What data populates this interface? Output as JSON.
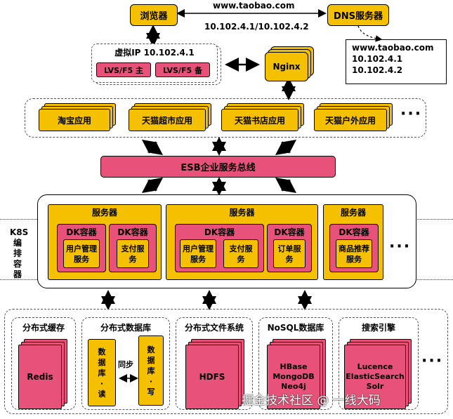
{
  "top": {
    "browser": "浏览器",
    "dns": "DNS服务器",
    "domain": "www.taobao.com",
    "ip_pair": "10.102.4.1/10.102.4.2",
    "dns_record": {
      "domain": "www.taobao.com",
      "ip1": "10.102.4.1",
      "ip2": "10.102.4.2"
    }
  },
  "lb": {
    "vip": "虚拟IP 10.102.4.1",
    "lvs_main": "LVS/F5 主",
    "lvs_backup": "LVS/F5 备",
    "nginx": "Nginx"
  },
  "apps": {
    "items": [
      "淘宝应用",
      "天猫超市应用",
      "天猫书店应用",
      "天猫户外应用"
    ],
    "more": "···"
  },
  "esb": "ESB企业服务总线",
  "k8s": {
    "label": "K8S 编排 容器",
    "servers": [
      {
        "title": "服务器",
        "containers": [
          {
            "title": "DK容器",
            "services": [
              "用户管理服务"
            ]
          },
          {
            "title": "DK容器",
            "services": [
              "支付服务"
            ]
          }
        ]
      },
      {
        "title": "服务器",
        "containers": [
          {
            "title": "DK容器",
            "services": [
              "用户管理服务",
              "支付服务"
            ]
          },
          {
            "title": "DK容器",
            "services": [
              "订单服务"
            ]
          }
        ]
      },
      {
        "title": "服务器",
        "containers": [
          {
            "title": "DK容器",
            "services": [
              "商品推荐服务"
            ]
          }
        ]
      }
    ],
    "more": "···"
  },
  "storage": {
    "cache": {
      "title": "分布式缓存",
      "content": "Redis"
    },
    "db": {
      "title": "分布式数据库",
      "read": "数据库·读",
      "write": "数据库·写",
      "sync": "同步"
    },
    "fs": {
      "title": "分布式文件系统",
      "content": "HDFS"
    },
    "nosql": {
      "title": "NoSQL数据库",
      "lines": [
        "HBase",
        "MongoDB",
        "Neo4j"
      ]
    },
    "search": {
      "title": "搜索引擎",
      "lines": [
        "Lucence",
        "ElasticSearch",
        "Solr"
      ]
    },
    "more": "···"
  },
  "watermark": "掘金技术社区 @ 一线大码"
}
